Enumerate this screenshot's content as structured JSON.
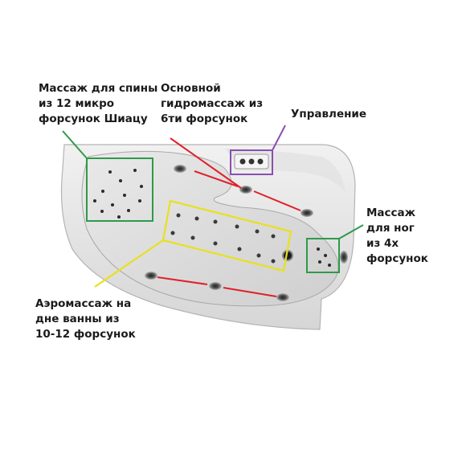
{
  "labels": {
    "back_massage": [
      "Массаж для спины",
      "из 12 микро",
      "форсунок Шиацу"
    ],
    "hydro_massage": [
      "Основной",
      "гидромассаж из",
      "6ти форсунок"
    ],
    "control": [
      "Управление"
    ],
    "foot_massage": [
      "Массаж",
      "для ног",
      "из 4х",
      "форсунок"
    ],
    "aero_massage": [
      "Аэромассаж на",
      "дне ванны из",
      "10-12 форсунок"
    ]
  },
  "colors": {
    "back_massage": "#2e9a4a",
    "foot_massage": "#2e9a4a",
    "hydro_massage": "#e0202a",
    "control": "#8a4fb0",
    "aero_massage": "#e8e020"
  }
}
